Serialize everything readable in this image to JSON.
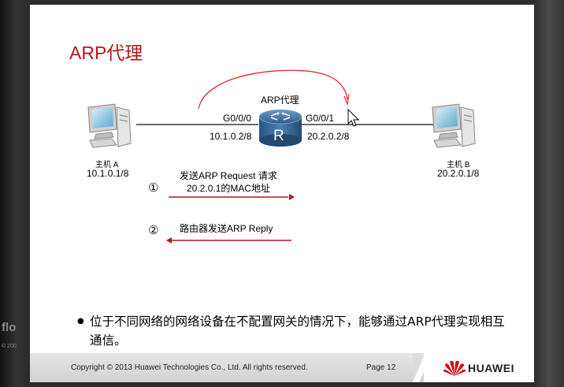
{
  "slide": {
    "title": "ARP代理",
    "diagram": {
      "router_label": "ARP代理",
      "router_letter": "R",
      "left_interface": "G0/0/0",
      "left_ip": "10.1.0.2/8",
      "right_interface": "G0/0/1",
      "right_ip": "20.2.0.2/8",
      "host_a_name": "主机 A",
      "host_a_ip": "10.1.0.1/8",
      "host_b_name": "主机 B",
      "host_b_ip": "20.2.0.1/8",
      "step1_num": "①",
      "step1_line1": "发送ARP Request 请求",
      "step1_line2": "20.2.0.1的MAC地址",
      "step2_num": "②",
      "step2_text": "路由器发送ARP Reply"
    },
    "bullet": {
      "symbol": "●",
      "text": "位于不同网络的网络设备在不配置网关的情况下，能够通过ARP代理实现相互通信。"
    },
    "footer": {
      "copyright": "Copyright © 2013 Huawei Technologies Co., Ltd. All rights reserved.",
      "page": "Page 12",
      "logo_text": "HUAWEI"
    }
  },
  "watermark": {
    "text": "flo",
    "sub": "© 200"
  },
  "icons": {
    "pc": "desktop-computer-icon",
    "router": "router-icon",
    "logo": "huawei-logo-icon",
    "cursor": "mouse-cursor-icon"
  },
  "colors": {
    "title": "#b5161b",
    "arrow": "#b5161b",
    "annotation": "#e0262c"
  }
}
